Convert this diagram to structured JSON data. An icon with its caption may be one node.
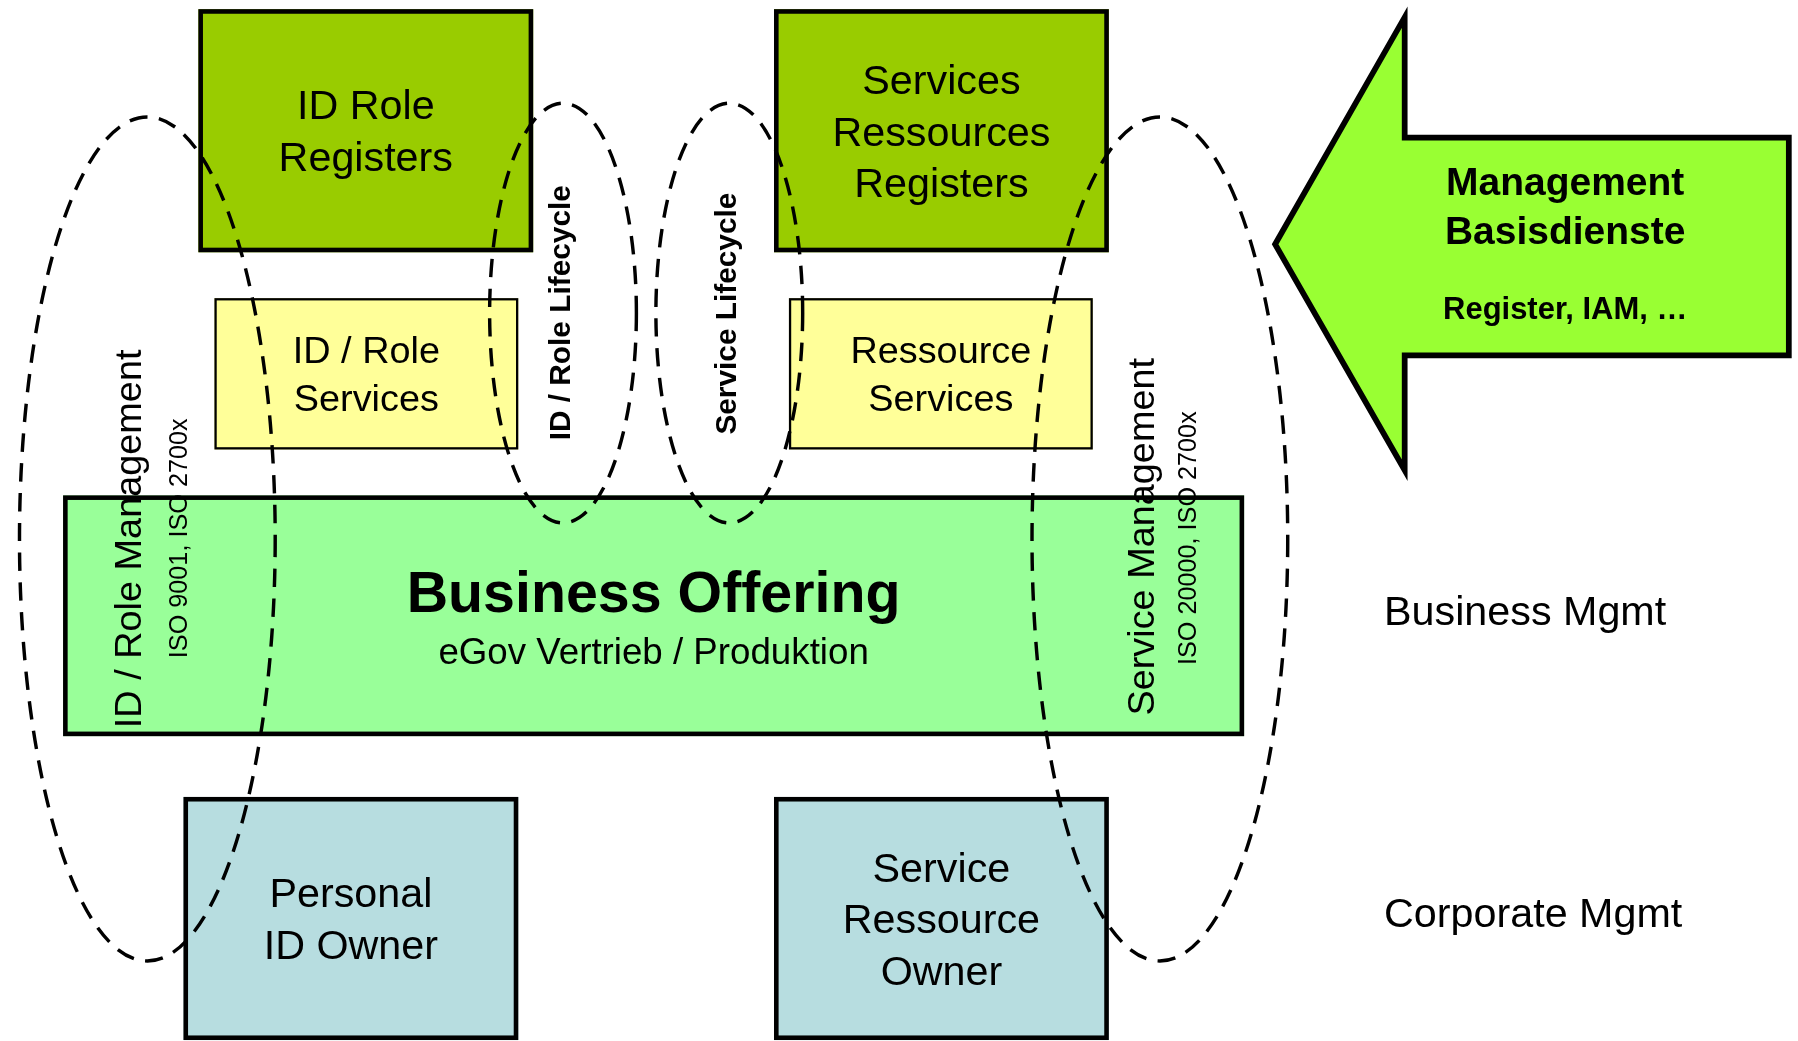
{
  "diagram": {
    "nodes": [
      {
        "text": [
          "ID Role Registers"
        ]
      },
      {
        "text": [
          "Services Ressources Registers"
        ]
      },
      {
        "text": [
          "Management Basisdienste",
          "Register, IAM, …"
        ]
      },
      {
        "text": [
          "ID / Role Services"
        ]
      },
      {
        "text": [
          "Ressource Services"
        ]
      },
      {
        "text": [
          "Business Offering",
          "eGov Vertrieb / Produktion"
        ]
      },
      {
        "text": [
          "Personal ID Owner"
        ]
      },
      {
        "text": [
          "Service Ressource Owner"
        ]
      },
      {
        "text": [
          "ID / Role Management",
          "ISO 9001, ISO 2700x"
        ]
      },
      {
        "text": [
          "ID / Role Lifecycle"
        ]
      },
      {
        "text": [
          "Service Lifecycle"
        ]
      },
      {
        "text": [
          "Service Management",
          "ISO 20000, ISO 2700x"
        ]
      }
    ],
    "labels": [
      "Business Mgmt",
      "Corporate Mgmt"
    ]
  }
}
